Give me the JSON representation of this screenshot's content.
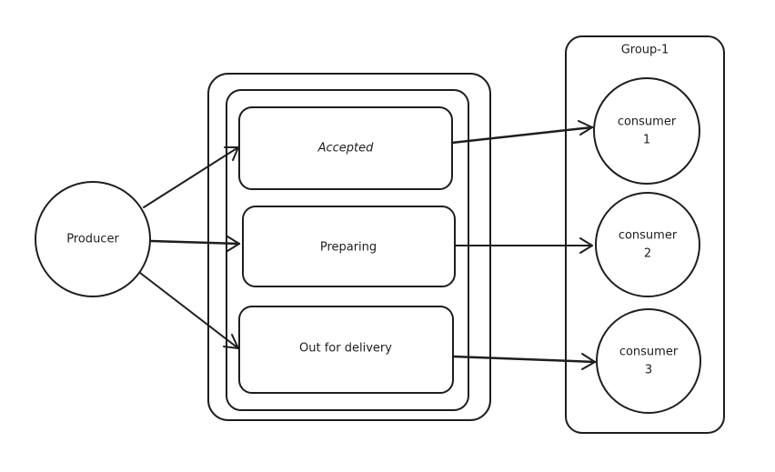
{
  "producer": {
    "label": "Producer"
  },
  "topic": {
    "states": [
      {
        "label": "Accepted"
      },
      {
        "label": "Preparing"
      },
      {
        "label": "Out for delivery"
      }
    ]
  },
  "group": {
    "label": "Group-1",
    "consumers": [
      {
        "line1": "consumer",
        "line2": "1"
      },
      {
        "line1": "consumer",
        "line2": "2"
      },
      {
        "line1": "consumer",
        "line2": "3"
      }
    ]
  }
}
